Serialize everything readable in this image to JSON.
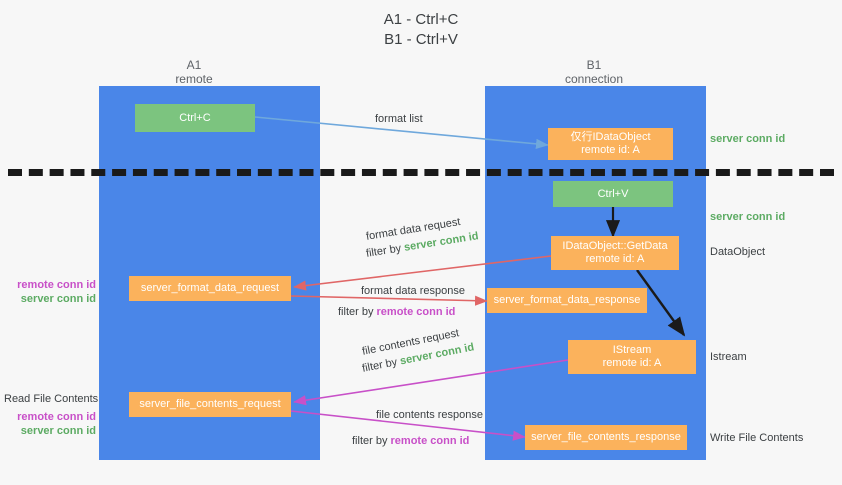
{
  "title": {
    "line1": "A1 - Ctrl+C",
    "line2": "B1 - Ctrl+V"
  },
  "columns": [
    {
      "name": "A1",
      "sub": "remote"
    },
    {
      "name": "B1",
      "sub": "connection"
    }
  ],
  "boxes": {
    "ctrl_c": "Ctrl+C",
    "ctrl_v": "Ctrl+V",
    "idataobject_line1": "仅行IDataObject",
    "idataobject_line2": "remote id: A",
    "getdata_line1": "IDataObject::GetData",
    "getdata_line2": "remote id: A",
    "istream_line1": "IStream",
    "istream_line2": "remote id: A",
    "server_format_data_request": "server_format_data_request",
    "server_format_data_response": "server_format_data_response",
    "server_file_contents_request": "server_file_contents_request",
    "server_file_contents_response": "server_file_contents_response"
  },
  "arrow_labels": {
    "format_list": "format list",
    "format_data_request": "format data request",
    "format_data_request_filter_prefix": "filter by",
    "format_data_request_filter_key": "server conn id",
    "format_data_response": "format data response",
    "format_data_response_filter_prefix": "filter by",
    "format_data_response_filter_key": "remote conn id",
    "file_contents_request": "file contents request",
    "file_contents_request_filter_prefix": "filter by",
    "file_contents_request_filter_key": "server conn id",
    "file_contents_response": "file contents response",
    "file_contents_response_filter_prefix": "filter by",
    "file_contents_response_filter_key": "remote conn id"
  },
  "right_labels": {
    "server_conn_id_top": "server conn id",
    "server_conn_id_mid": "server conn id",
    "dataobject": "DataObject",
    "istream": "Istream",
    "write_file_contents": "Write File Contents"
  },
  "left_labels": {
    "remote_conn_id_upper": "remote conn id",
    "server_conn_id_upper": "server conn id",
    "read_file_contents": "Read File Contents",
    "remote_conn_id_lower": "remote conn id",
    "server_conn_id_lower": "server conn id"
  },
  "colors": {
    "lane": "#4a86e8",
    "green_box": "#7cc47f",
    "orange_box": "#fbb25c",
    "accent_green_text": "#5cab63",
    "accent_magenta_text": "#c850c8",
    "arrow_blue": "#6fa8dc",
    "arrow_red": "#e06666",
    "arrow_magenta": "#c850c8",
    "arrow_dark": "#1a1a1a",
    "background": "#f7f7f7"
  }
}
